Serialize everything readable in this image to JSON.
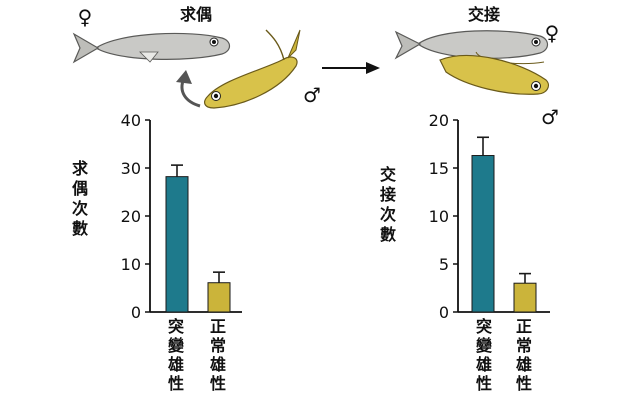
{
  "titles": {
    "courtship": "求偶",
    "mating": "交接"
  },
  "symbols": {
    "female": "♀",
    "male": "♂"
  },
  "colors": {
    "mutant_bar": "#1e7a8c",
    "normal_bar": "#cbb43a",
    "female_fish": "#c9c9c6",
    "male_fish": "#d8c24a"
  },
  "icons": {
    "courtship_female": "female-fish-icon",
    "courtship_male": "male-fish-icon",
    "circle_arrow": "curved-arrow-icon",
    "transition_arrow": "right-arrow-icon",
    "mating_pair": "mating-fish-pair-icon"
  },
  "chart_data": [
    {
      "type": "bar",
      "ylabel": "求偶次數",
      "categories": [
        "突變雄性",
        "正常雄性"
      ],
      "values": [
        28.2,
        6.1
      ],
      "errors": [
        2.4,
        2.2
      ],
      "ylim": [
        0,
        40
      ],
      "ticks": [
        0,
        10,
        20,
        30,
        40
      ],
      "grid": false
    },
    {
      "type": "bar",
      "ylabel": "交接次數",
      "categories": [
        "突變雄性",
        "正常雄性"
      ],
      "values": [
        16.3,
        3.0
      ],
      "errors": [
        1.9,
        1.0
      ],
      "ylim": [
        0,
        20
      ],
      "ticks": [
        0,
        5,
        10,
        15,
        20
      ],
      "grid": false
    }
  ]
}
